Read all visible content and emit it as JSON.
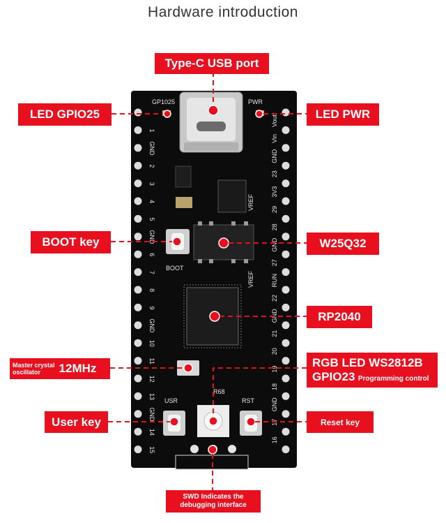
{
  "title": "Hardware introduction",
  "callouts": {
    "usb": "Type-C USB port",
    "led_gpio25": "LED GPIO25",
    "led_pwr": "LED PWR",
    "boot_key": "BOOT  key",
    "w25q32": "W25Q32",
    "rp2040": "RP2040",
    "crystal_small_1": "Master crystal",
    "crystal_small_2": "oscillator",
    "crystal_big": "12MHz",
    "rgb_line1": "RGB LED WS2812B",
    "rgb_line2_big": "GPIO23",
    "rgb_line2_small": "Programming control",
    "user_key": "User key",
    "reset_key": "Reset key",
    "swd_line1": "SWD Indicates the",
    "swd_line2": "debugging interface"
  },
  "silkscreen": {
    "gp1025": "GP1025",
    "pwr": "PWR",
    "boot": "BOOT",
    "usr": "USR",
    "rst": "RST",
    "r68": "R68",
    "left_pins": [
      "1",
      "GND",
      "2",
      "3",
      "4",
      "5",
      "GND",
      "6",
      "7",
      "8",
      "9",
      "GND",
      "10",
      "11",
      "12",
      "13",
      "GND",
      "14",
      "15"
    ],
    "right_pins": [
      "Vout",
      "Vin",
      "GND",
      "23",
      "3V3",
      "29",
      "28",
      "GND",
      "27",
      "RUN",
      "22",
      "GND",
      "21",
      "20",
      "19",
      "18",
      "GND",
      "17",
      "16"
    ],
    "vref": "VREF"
  },
  "colors": {
    "accent": "#e8101e",
    "board": "#0c0c0c"
  }
}
